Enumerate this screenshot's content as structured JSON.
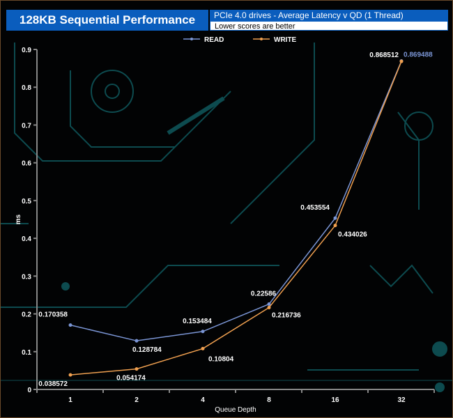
{
  "header": {
    "title": "128KB Sequential Performance",
    "subtitle": "PCIe 4.0 drives - Average Latency v QD (1 Thread)",
    "note": "Lower scores are better"
  },
  "colors": {
    "read": "#7b96d6",
    "write": "#f0a050",
    "accent": "#0a5dbd",
    "circuit": "#0d4b4f"
  },
  "chart_data": {
    "type": "line",
    "title": "128KB Sequential Performance",
    "subtitle": "PCIe 4.0 drives - Average Latency v QD (1 Thread)",
    "xlabel": "Queue Depth",
    "ylabel": "ms",
    "categories": [
      "1",
      "2",
      "4",
      "8",
      "16",
      "32"
    ],
    "ylim": [
      0,
      0.9
    ],
    "yticks": [
      "0",
      "0.1",
      "0.2",
      "0.3",
      "0.4",
      "0.5",
      "0.6",
      "0.7",
      "0.8",
      "0.9"
    ],
    "legend": "top-center",
    "series": [
      {
        "name": "READ",
        "values": [
          0.170358,
          0.128784,
          0.153484,
          0.22586,
          0.453554,
          0.869488
        ],
        "labels": [
          "0.170358",
          "0.128784",
          "0.153484",
          "0.22586",
          "0.453554",
          "0.869488"
        ]
      },
      {
        "name": "WRITE",
        "values": [
          0.038572,
          0.054174,
          0.10804,
          0.216736,
          0.434026,
          0.868512
        ],
        "labels": [
          "0.038572",
          "0.054174",
          "0.10804",
          "0.216736",
          "0.434026",
          "0.868512"
        ]
      }
    ]
  }
}
